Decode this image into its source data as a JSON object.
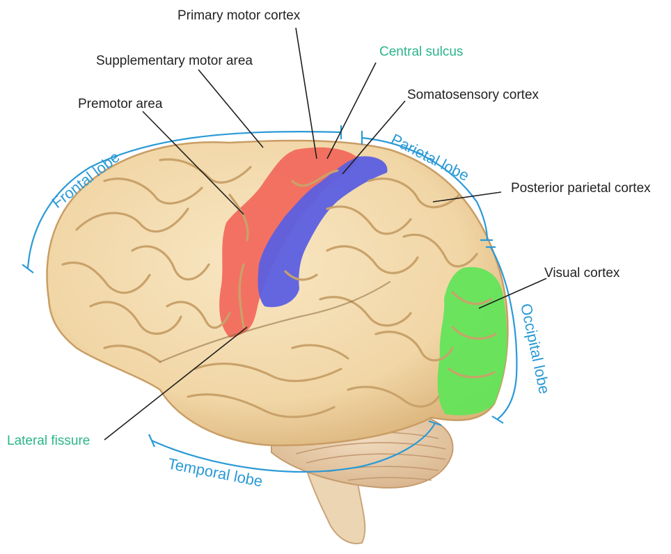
{
  "labels": {
    "primary_motor_cortex": "Primary motor cortex",
    "supplementary_motor_area": "Supplementary motor area",
    "central_sulcus": "Central sulcus",
    "premotor_area": "Premotor area",
    "somatosensory_cortex": "Somatosensory cortex",
    "posterior_parietal_cortex": "Posterior parietal cortex",
    "visual_cortex": "Visual cortex",
    "lateral_fissure": "Lateral fissure"
  },
  "lobes": {
    "frontal": "Frontal lobe",
    "parietal": "Parietal lobe",
    "occipital": "Occipital lobe",
    "temporal": "Temporal lobe"
  },
  "colors": {
    "brain_tissue": "#f3ddb1",
    "motor_region": "#f2675a",
    "somatosensory_region": "#5b5fe0",
    "visual_region": "#63e45a",
    "lobe_bracket": "#2a9ad6",
    "green_label": "#2bb58a",
    "label_text": "#222222"
  }
}
